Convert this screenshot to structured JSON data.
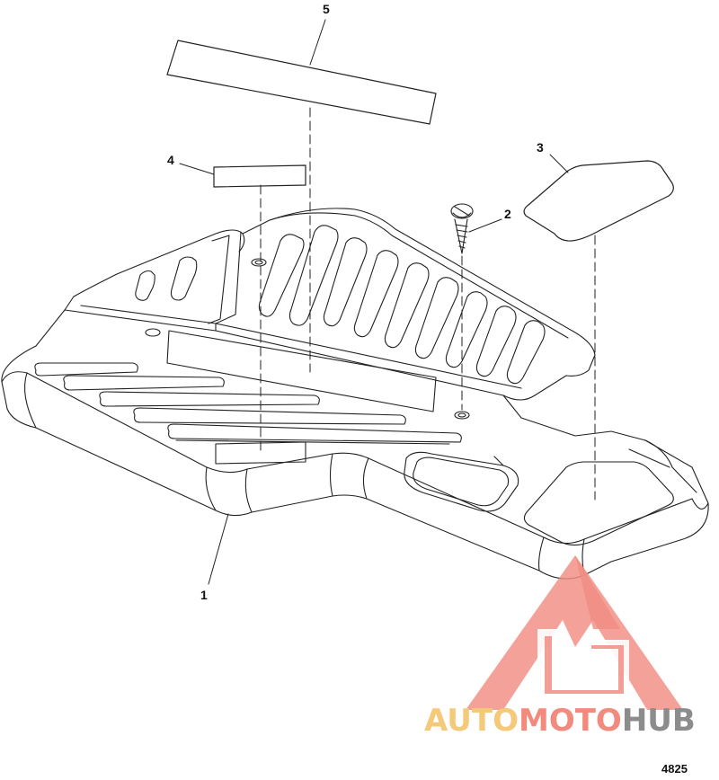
{
  "callouts": {
    "part1": "1",
    "part2": "2",
    "part3": "3",
    "part4": "4",
    "part5": "5"
  },
  "figure_number": "4825",
  "watermark": {
    "word_part1": "AUTO",
    "word_part2": "MOTO",
    "word_part3": "HUB",
    "colors": {
      "auto": "#f5c97a",
      "moto": "#f28a7e",
      "hub": "#8c8c8c",
      "logo": "#f08c82"
    }
  },
  "colors": {
    "line": "#222222",
    "background": "#ffffff"
  }
}
